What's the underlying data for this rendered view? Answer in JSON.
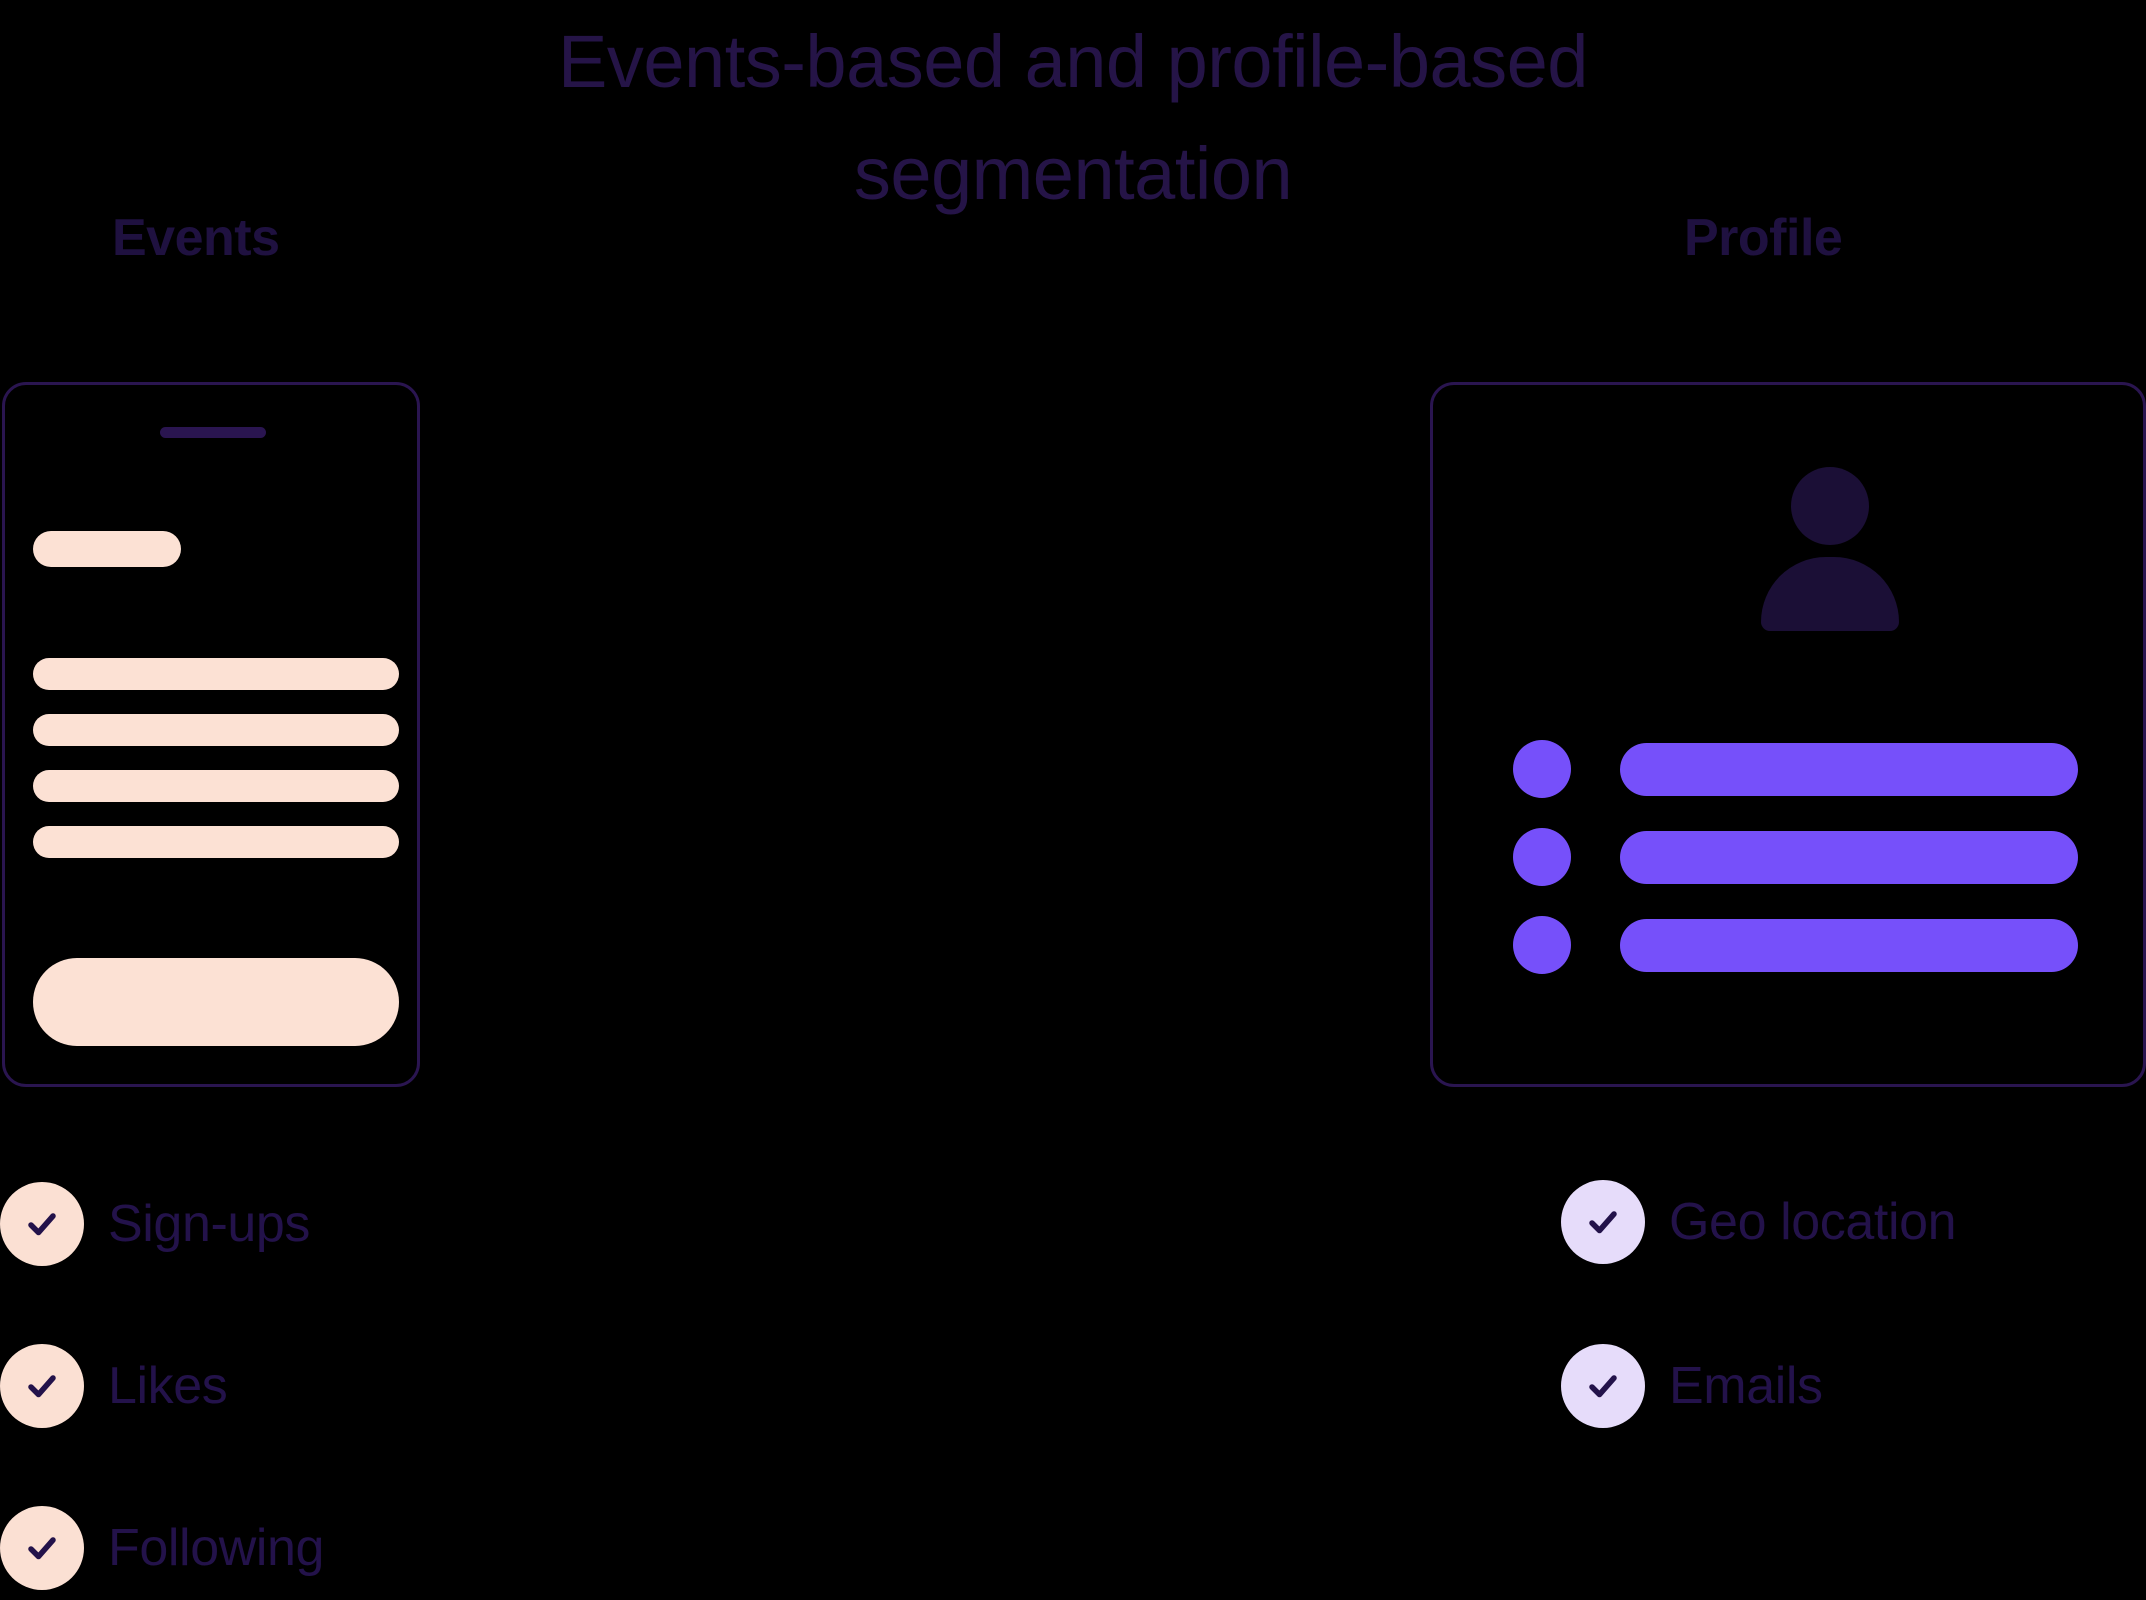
{
  "title": "Events-based and profile-based\nsegmentation",
  "colors": {
    "background": "#000000",
    "title_text": "#251447",
    "heading_text": "#1F1140",
    "card_border": "#2A1550",
    "peach": "#FCE1D4",
    "peach_circle": "#FBE0D3",
    "purple_accent": "#7650FA",
    "lilac_circle": "#E6DCFA",
    "avatar_dark": "#1B0F36",
    "label_text": "#23124A"
  },
  "columns": {
    "events": {
      "heading": "Events",
      "card": {
        "notch": "notch-bar",
        "title_placeholder": "title-pill",
        "lines": [
          "line-1",
          "line-2",
          "line-3",
          "line-4"
        ],
        "block": "content-block"
      },
      "checklist": [
        {
          "label": "Sign-ups",
          "icon": "check-icon",
          "checked": true
        },
        {
          "label": "Likes",
          "icon": "check-icon",
          "checked": true
        },
        {
          "label": "Following",
          "icon": "check-icon",
          "checked": true
        }
      ]
    },
    "profile": {
      "heading": "Profile",
      "card": {
        "avatar": "person-avatar-icon",
        "rows": [
          {
            "dot": "bullet-dot",
            "bar": "attribute-bar"
          },
          {
            "dot": "bullet-dot",
            "bar": "attribute-bar"
          },
          {
            "dot": "bullet-dot",
            "bar": "attribute-bar"
          }
        ]
      },
      "checklist": [
        {
          "label": "Geo location",
          "icon": "check-icon",
          "checked": true
        },
        {
          "label": "Emails",
          "icon": "check-icon",
          "checked": true
        }
      ]
    }
  }
}
